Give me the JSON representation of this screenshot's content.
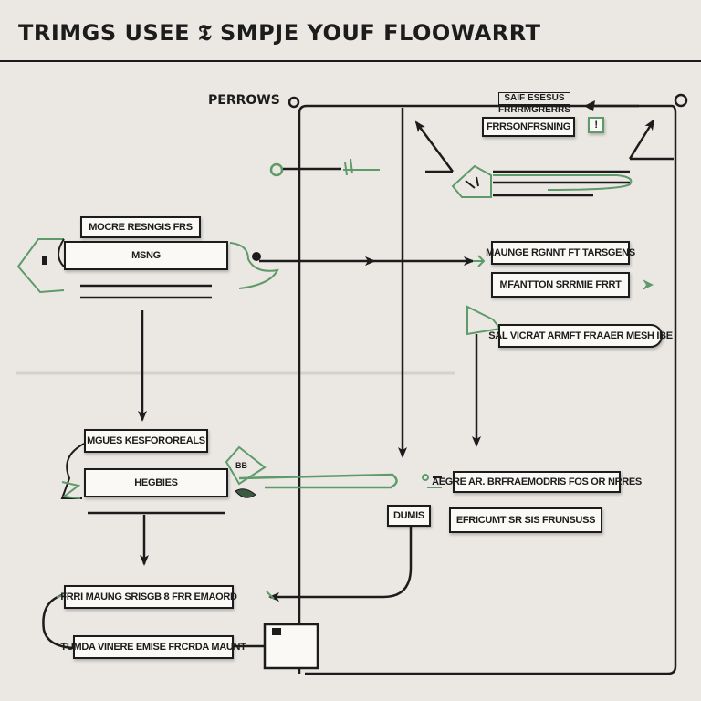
{
  "header": {
    "title": "TRIMGS USEE 𝕿 SMPJE YOUF FLOOWARRT"
  },
  "labels": {
    "perows": "PERROWS",
    "top_stack_1": "SAIF ESESUS",
    "top_stack_2": "FRRRMGRERRS",
    "top_stack_3": "FRRSONFRSNING",
    "small_tag": "DUMIS"
  },
  "boxes": {
    "left_1_header": "MOCRE RESNGIS FRS",
    "left_1_main": "MSNG",
    "left_2_header": "MGUES KESFOROREALS",
    "left_2_main": "HEGBIES",
    "left_3_header": "FRRI MAUNG SRISGB 8 FRR EMAORD",
    "left_3_main": "TUMDA VINERE EMISE FRCRDA MAUNT",
    "right_1": "MAUNGE RGNNT FT TARSGENS",
    "right_2": "MFANTTON SRRMIE FRRT",
    "right_3": "SAL VICRAT ARMFT FRAAER MESH IBE",
    "right_4": "AEGRE AR. BRFRAEMODRIS FOS OR NRRES",
    "right_5": "EFRICUMT SR SIS FRUNSUSS"
  },
  "colors": {
    "line": "#1c1c1c",
    "accent": "#5f9a6a",
    "background": "#ebe8e3",
    "box_fill": "#faf9f6"
  }
}
